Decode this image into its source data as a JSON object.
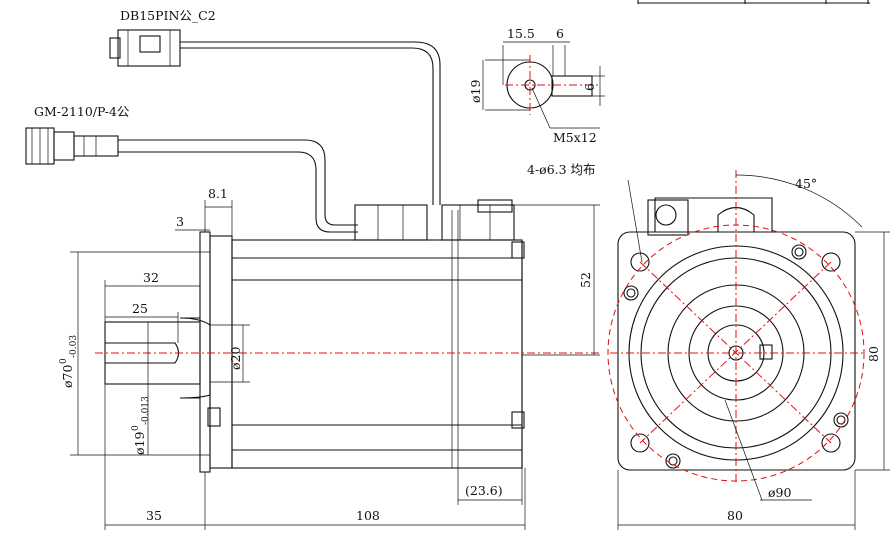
{
  "labels": {
    "encoder_connector": "DB15PIN公_C2",
    "power_connector": "GM-2110/P-4公",
    "dim_8_1": "8.1",
    "dim_3": "3",
    "dim_32": "32",
    "dim_25": "25",
    "dim_70": "ø70",
    "dim_70_tol": "0",
    "dim_70_tol2": "-0.03",
    "dim_19": "ø19",
    "dim_19_tol": "0",
    "dim_19_tol2": "-0.013",
    "dim_20": "ø20",
    "dim_52": "52",
    "dim_23_6": "(23.6)",
    "dim_35": "35",
    "dim_108": "108",
    "key_15_5": "15.5",
    "key_6_top": "6",
    "key_19": "ø19",
    "key_6_side": "6",
    "key_m5": "M5x12",
    "holes": "4-ø6.3 均布",
    "angle": "45°",
    "dim_90": "ø90",
    "dim_80_bottom": "80",
    "dim_80_side": "80"
  }
}
